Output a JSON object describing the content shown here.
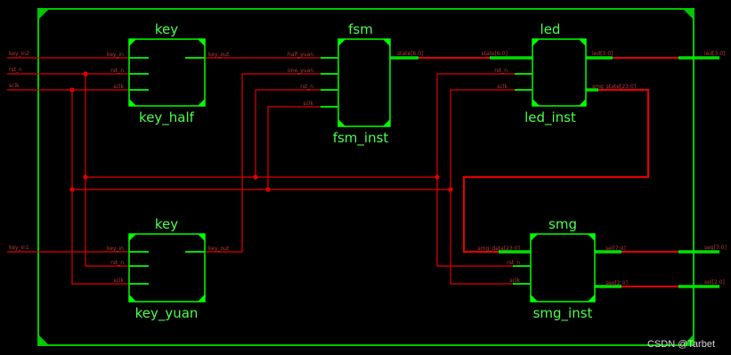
{
  "colors": {
    "background": "#000000",
    "frame": "#00c800",
    "block_border": "#00ff00",
    "wire": "#e00000",
    "bus": "#00e000",
    "text_title": "#4cff4c",
    "text_port": "#b43c3c",
    "watermark": "#e0e0e0"
  },
  "blocks": {
    "key_half": {
      "type": "key",
      "instance": "key_half",
      "inputs": [
        "key_in",
        "rst_n",
        "sclk"
      ],
      "outputs": [
        "key_out"
      ]
    },
    "fsm_inst": {
      "type": "fsm",
      "instance": "fsm_inst",
      "inputs": [
        "half_yuan",
        "one_yuan",
        "rst_n",
        "sclk"
      ],
      "outputs": [
        "state[6:0]"
      ]
    },
    "led_inst": {
      "type": "led",
      "instance": "led_inst",
      "inputs": [
        "state[6:0]",
        "rst_n",
        "sclk"
      ],
      "outputs": [
        "led[3:0]",
        "smg_state[23:0]"
      ]
    },
    "key_yuan": {
      "type": "key",
      "instance": "key_yuan",
      "inputs": [
        "key_in",
        "rst_n",
        "sclk"
      ],
      "outputs": [
        "key_out"
      ]
    },
    "smg_inst": {
      "type": "smg",
      "instance": "smg_inst",
      "inputs": [
        "smg_data[23:0]",
        "rst_n",
        "sclk"
      ],
      "outputs": [
        "sel[7:0]",
        "seg[2:0]"
      ]
    }
  },
  "top_ports": {
    "inputs": [
      "key_in2",
      "rst_n",
      "sclk",
      "key_in1"
    ],
    "outputs": [
      "led[3:0]",
      "seg[7:0]",
      "sel[2:0]"
    ]
  },
  "watermark": "CSDN @Tarbet"
}
